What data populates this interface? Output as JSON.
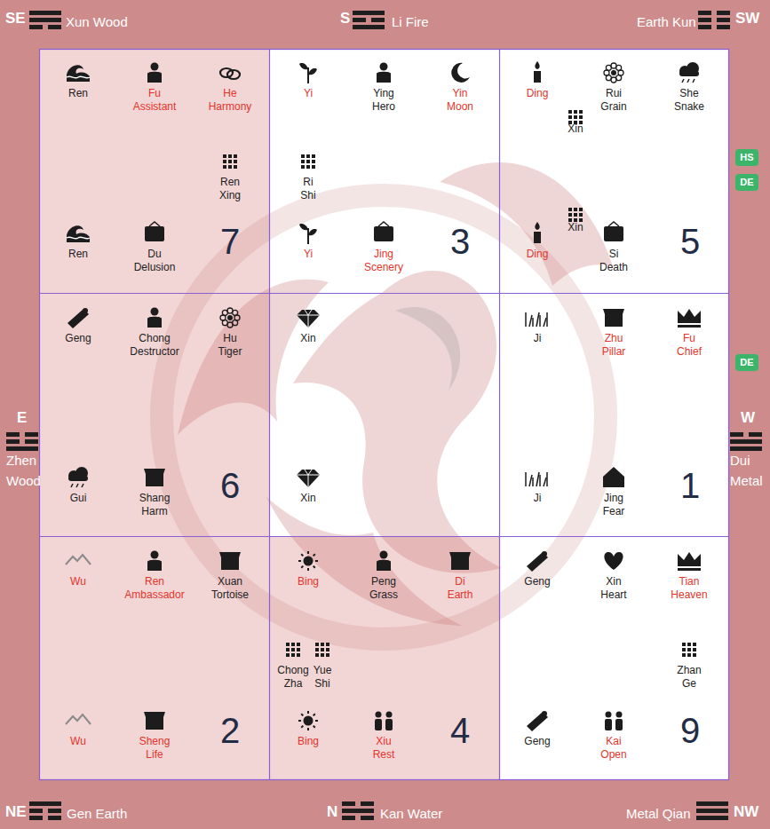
{
  "diagram": {
    "nodes": [
      {
        "text": [
          "Ren",
          "Fu Assistant",
          "He Harmony",
          "Ren Xing",
          "Ren",
          "Du Delusion",
          "7"
        ]
      },
      {
        "text": [
          "Yi",
          "Ying Hero",
          "Yin Moon",
          "Ri Shi",
          "Yi",
          "Jing Scenery",
          "3"
        ]
      },
      {
        "text": [
          "Ding",
          "Rui Grain",
          "She Snake",
          "Xin",
          "Xin",
          "Ding",
          "Si Death",
          "5"
        ]
      },
      {
        "text": [
          "Geng",
          "Chong Destructor",
          "Hu Tiger",
          "Gui",
          "Shang Harm",
          "6"
        ]
      },
      {
        "text": [
          "Xin",
          "Xin"
        ]
      },
      {
        "text": [
          "Ji",
          "Zhu Pillar",
          "Fu Chief",
          "Ji",
          "Jing Fear",
          "1"
        ]
      },
      {
        "text": [
          "Wu",
          "Ren Ambassador",
          "Xuan Tortoise",
          "Wu",
          "Sheng Life",
          "2"
        ]
      },
      {
        "text": [
          "Bing",
          "Peng Grass",
          "Di Earth",
          "Chong Zha",
          "Yue Shi",
          "Bing",
          "Xiu Rest",
          "4"
        ]
      },
      {
        "text": [
          "Geng",
          "Xin Heart",
          "Tian Heaven",
          "Zhan Ge",
          "Geng",
          "Kai Open",
          "9"
        ]
      },
      {
        "text": [
          "HS"
        ]
      },
      {
        "text": [
          "DE"
        ]
      },
      {
        "text": [
          "DE"
        ]
      }
    ],
    "labels": [
      "SE",
      "Xun Wood",
      "S",
      "Li Fire",
      "Earth Kun",
      "SW",
      "E",
      "Zhen Wood",
      "W",
      "Dui Metal",
      "NE",
      "Gen Earth",
      "N",
      "Kan Water",
      "Metal Qian",
      "NW"
    ]
  }
}
